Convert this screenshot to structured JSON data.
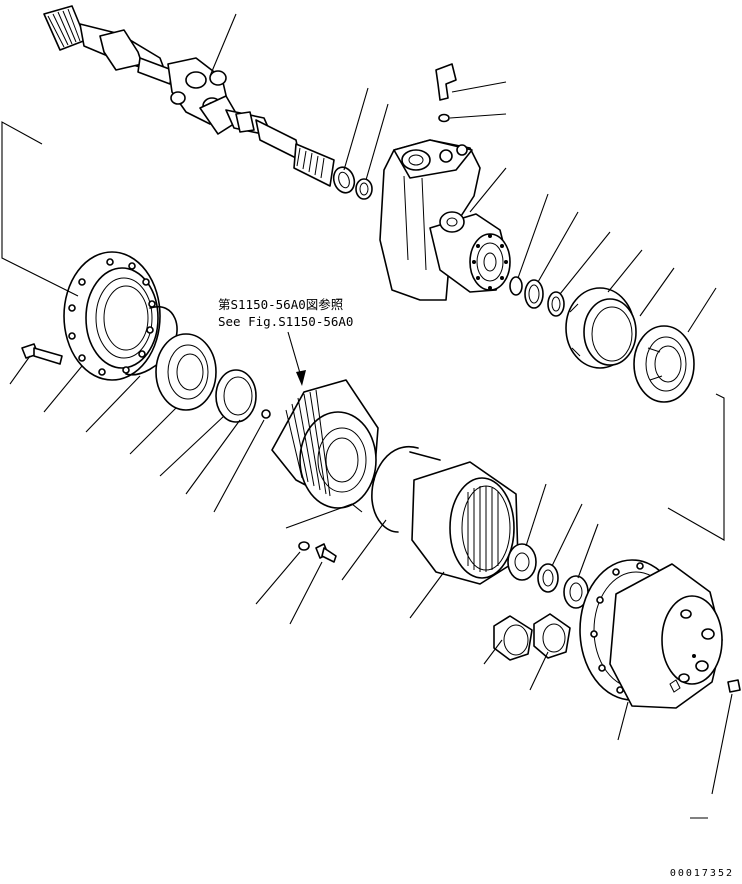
{
  "diagram": {
    "reference_note_jp": "第S1150-56A0図参照",
    "reference_note_en": "See Fig.S1150-56A0",
    "drawing_number": "00017352"
  },
  "colors": {
    "line": "#000000",
    "background": "#ffffff"
  }
}
